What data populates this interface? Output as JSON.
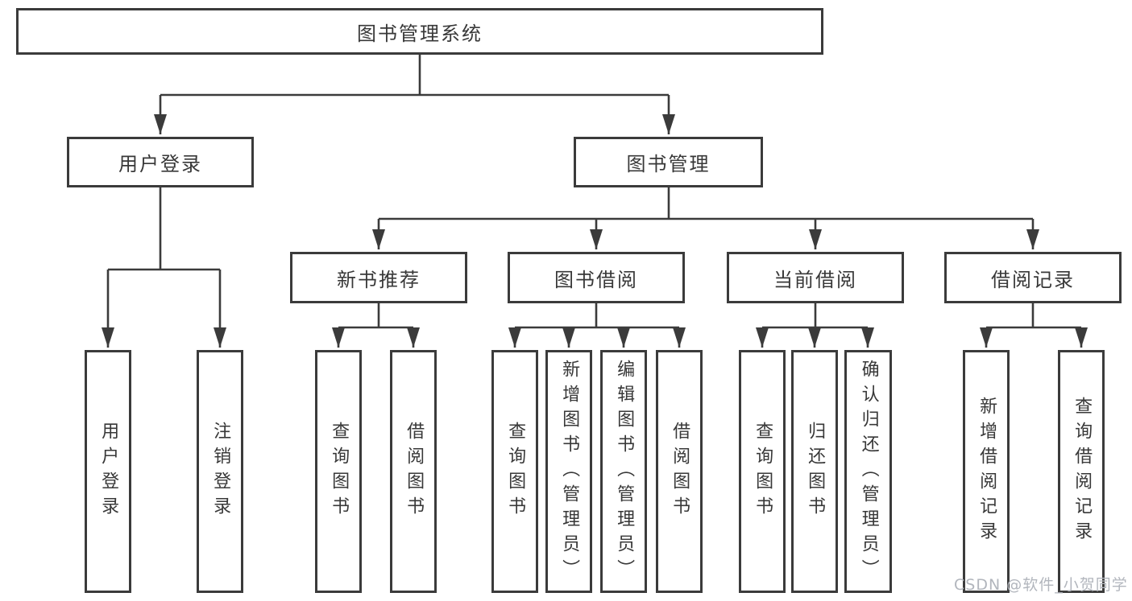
{
  "tree": {
    "root": {
      "label": "图书管理系统"
    },
    "branches": [
      {
        "label": "用户登录",
        "leaves": [
          {
            "label": "用户登录"
          },
          {
            "label": "注销登录"
          }
        ]
      },
      {
        "label": "图书管理",
        "sections": [
          {
            "label": "新书推荐",
            "leaves": [
              {
                "label": "查询图书"
              },
              {
                "label": "借阅图书"
              }
            ]
          },
          {
            "label": "图书借阅",
            "leaves": [
              {
                "label": "查询图书"
              },
              {
                "label": "新增图书（管理员）"
              },
              {
                "label": "编辑图书（管理员）"
              },
              {
                "label": "借阅图书"
              }
            ]
          },
          {
            "label": "当前借阅",
            "leaves": [
              {
                "label": "查询图书"
              },
              {
                "label": "归还图书"
              },
              {
                "label": "确认归还（管理员）"
              }
            ]
          },
          {
            "label": "借阅记录",
            "leaves": [
              {
                "label": "新增借阅记录"
              },
              {
                "label": "查询借阅记录"
              }
            ]
          }
        ]
      }
    ]
  },
  "watermark": {
    "text": "CSDN @软件_小贺同学",
    "color": "#b2b6bd"
  },
  "colors": {
    "line": "#3b3b3b",
    "text": "#383838",
    "background": "#ffffff"
  }
}
